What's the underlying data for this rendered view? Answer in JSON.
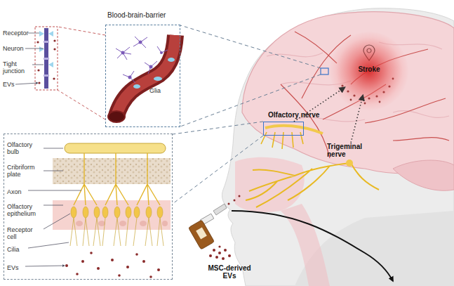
{
  "diagram": {
    "nodes": [
      {
        "text": [
          "Blood-brain-barrier",
          "Glia"
        ]
      },
      {
        "text": [
          "Olfactory bulb",
          "Cribriform plate",
          "Axon",
          "Olfactory epithelium",
          "Receptor cell",
          "Cilia",
          "EVs"
        ]
      },
      {
        "text": [
          "Olfactory nerve"
        ]
      },
      {
        "text": [
          "Trigeminal nerve"
        ]
      },
      {
        "text": [
          "Stroke"
        ]
      }
    ],
    "edges": [
      {
        "from": 2,
        "to": 4,
        "arrow": "to"
      },
      {
        "from": 3,
        "to": 4,
        "arrow": "to"
      }
    ],
    "labels": [
      "Receptor",
      "Neuron",
      "Tight junction",
      "EVs",
      "MSC-derived EVs"
    ]
  }
}
